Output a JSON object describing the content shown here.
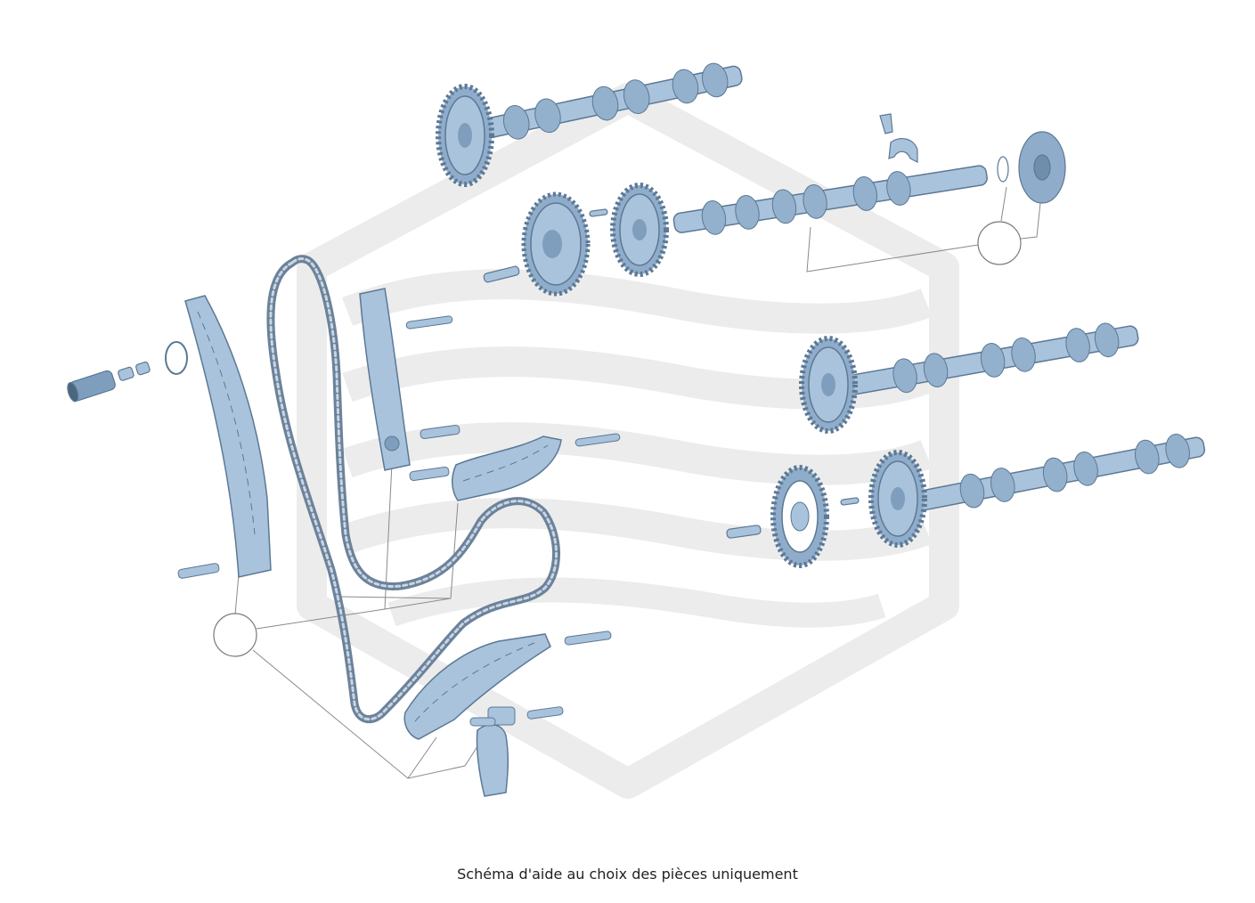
{
  "caption": "Schéma d'aide au choix des pièces uniquement",
  "colors": {
    "part_fill": "#a9c3dc",
    "part_dark": "#7f9dbc",
    "part_stroke": "#5c7894",
    "chain": "#6c829a",
    "leader_line": "#8a8a8a",
    "watermark": "#ececec",
    "callout_fill": "#ffffff"
  },
  "parts": [
    "camshaft-upper-intake",
    "camshaft-upper-exhaust",
    "phaser-gear-upper",
    "camshaft-lower-intake",
    "camshaft-lower-exhaust",
    "phaser-gear-lower",
    "timing-chain",
    "tensioner-guide-rail",
    "fixed-guide-rail",
    "upper-chain-guide",
    "lower-chain-guide",
    "chain-tensioner",
    "tensioner-arm"
  ],
  "callouts": [
    "callout-upper-right",
    "callout-left"
  ]
}
